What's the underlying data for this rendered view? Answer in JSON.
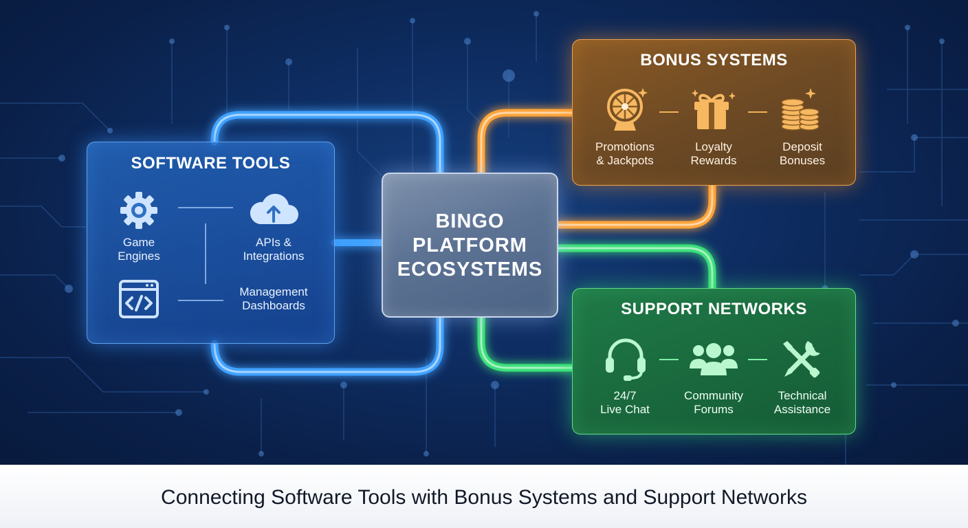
{
  "center": {
    "lines": [
      "BINGO",
      "PLATFORM",
      "ECOSYSTEMS"
    ]
  },
  "software_tools": {
    "title": "SOFTWARE TOOLS",
    "items": [
      {
        "label_lines": [
          "Game",
          "Engines"
        ],
        "icon": "gear-icon"
      },
      {
        "label_lines": [
          "APIs &",
          "Integrations"
        ],
        "icon": "cloud-upload-icon"
      },
      {
        "label_lines": [],
        "icon": "code-window-icon"
      },
      {
        "label_lines": [
          "Management",
          "Dashboards"
        ],
        "icon": ""
      }
    ]
  },
  "bonus_systems": {
    "title": "BONUS SYSTEMS",
    "items": [
      {
        "label_lines": [
          "Promotions",
          "& Jackpots"
        ],
        "icon": "prize-wheel-icon"
      },
      {
        "label_lines": [
          "Loyalty",
          "Rewards"
        ],
        "icon": "gift-icon"
      },
      {
        "label_lines": [
          "Deposit",
          "Bonuses"
        ],
        "icon": "coin-stack-icon"
      }
    ]
  },
  "support_networks": {
    "title": "SUPPORT NETWORKS",
    "items": [
      {
        "label_lines": [
          "24/7",
          "Live Chat"
        ],
        "icon": "headset-icon"
      },
      {
        "label_lines": [
          "Community",
          "Forums"
        ],
        "icon": "users-icon"
      },
      {
        "label_lines": [
          "Technical",
          "Assistance"
        ],
        "icon": "tools-icon"
      }
    ]
  },
  "caption": "Connecting Software Tools with Bonus Systems and Support Networks",
  "colors": {
    "software": "#3fa2ff",
    "bonus": "#ffa53a",
    "support": "#3ee07a",
    "background": "#0e2d62"
  }
}
